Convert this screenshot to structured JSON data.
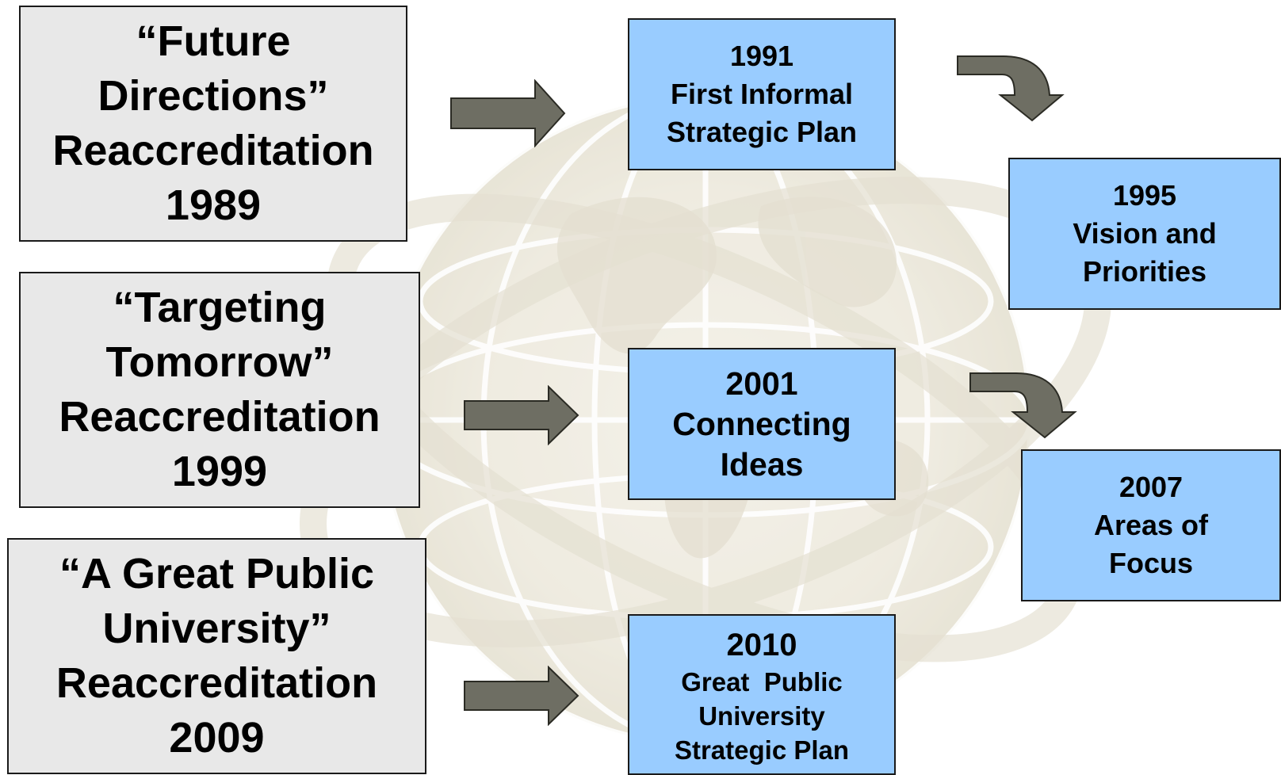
{
  "colors": {
    "accreditation_box": "#e8e8e8",
    "plan_box": "#99ccff",
    "arrow_fill": "#6e6e63",
    "globe_tint": "#d9d2bd"
  },
  "icons": [
    "right-arrow-icon",
    "curved-down-arrow-icon",
    "globe-watermark-icon"
  ],
  "reaccreditations": [
    {
      "line1": "“Future",
      "line2": "Directions”",
      "line3": "Reaccreditation",
      "year": "1989"
    },
    {
      "line1": "“Targeting",
      "line2": "Tomorrow”",
      "line3": "Reaccreditation",
      "year": "1999"
    },
    {
      "line1": "“A Great Public",
      "line2": "University”",
      "line3": "Reaccreditation",
      "year": "2009"
    }
  ],
  "plans": [
    {
      "year": "1991",
      "line1": "First Informal",
      "line2": "Strategic Plan"
    },
    {
      "year": "1995",
      "line1": "Vision and",
      "line2": "Priorities"
    },
    {
      "year": "2001",
      "line1": "Connecting",
      "line2": "Ideas"
    },
    {
      "year": "2007",
      "line1": "Areas of",
      "line2": "Focus"
    },
    {
      "year": "2010",
      "line1": "Great  Public",
      "line2": "University",
      "line3": "Strategic Plan"
    }
  ]
}
